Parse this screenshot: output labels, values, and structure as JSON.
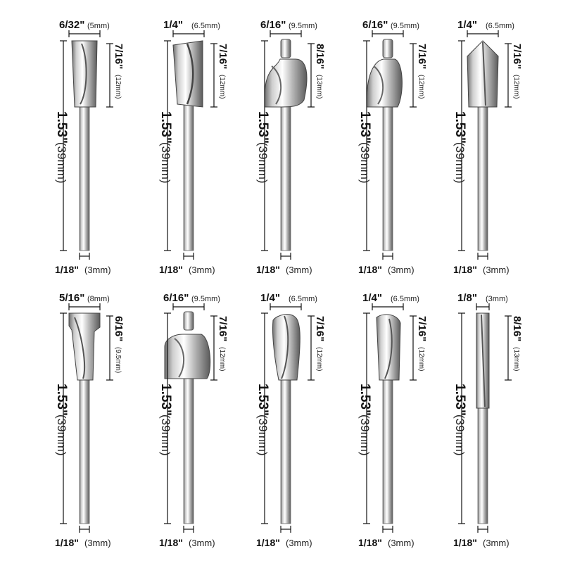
{
  "bits": [
    {
      "id": "bit-1",
      "top_big": "6/32\"",
      "top_mm": "(5mm)",
      "side_big": "7/16\"",
      "side_mm": "(12mm)",
      "len_big": "1.53\"",
      "len_mm": "(39mm)",
      "shank_big": "1/18\"",
      "shank_mm": "(3mm)",
      "profile": "straight-cutter"
    },
    {
      "id": "bit-2",
      "top_big": "1/4\"",
      "top_mm": "(6.5mm)",
      "side_big": "7/16\"",
      "side_mm": "(12mm)",
      "len_big": "1.53\"",
      "len_mm": "(39mm)",
      "shank_big": "1/18\"",
      "shank_mm": "(3mm)",
      "profile": "flute-cutter"
    },
    {
      "id": "bit-3",
      "top_big": "6/16\"",
      "top_mm": "(9.5mm)",
      "side_big": "8/16\"",
      "side_mm": "(13mm)",
      "len_big": "1.53\"",
      "len_mm": "(39mm)",
      "shank_big": "1/18\"",
      "shank_mm": "(3mm)",
      "profile": "ogee-bearing"
    },
    {
      "id": "bit-4",
      "top_big": "6/16\"",
      "top_mm": "(9.5mm)",
      "side_big": "7/16\"",
      "side_mm": "(12mm)",
      "len_big": "1.53\"",
      "len_mm": "(39mm)",
      "shank_big": "1/18\"",
      "shank_mm": "(3mm)",
      "profile": "cove-bearing"
    },
    {
      "id": "bit-5",
      "top_big": "1/4\"",
      "top_mm": "(6.5mm)",
      "side_big": "7/16\"",
      "side_mm": "(12mm)",
      "len_big": "1.53\"",
      "len_mm": "(39mm)",
      "shank_big": "1/18\"",
      "shank_mm": "(3mm)",
      "profile": "v-groove"
    },
    {
      "id": "bit-6",
      "top_big": "5/16\"",
      "top_mm": "(8mm)",
      "side_big": "6/16\"",
      "side_mm": "(9.5mm)",
      "len_big": "1.53\"",
      "len_mm": "(39mm)",
      "shank_big": "1/18\"",
      "shank_mm": "(3mm)",
      "profile": "mortise"
    },
    {
      "id": "bit-7",
      "top_big": "6/16\"",
      "top_mm": "(9.5mm)",
      "side_big": "7/16\"",
      "side_mm": "(12mm)",
      "len_big": "1.53\"",
      "len_mm": "(39mm)",
      "shank_big": "1/18\"",
      "shank_mm": "(3mm)",
      "profile": "roundover-bearing"
    },
    {
      "id": "bit-8",
      "top_big": "1/4\"",
      "top_mm": "(6.5mm)",
      "side_big": "7/16\"",
      "side_mm": "(12mm)",
      "len_big": "1.53\"",
      "len_mm": "(39mm)",
      "shank_big": "1/18\"",
      "shank_mm": "(3mm)",
      "profile": "core-box"
    },
    {
      "id": "bit-9",
      "top_big": "1/4\"",
      "top_mm": "(6.5mm)",
      "side_big": "7/16\"",
      "side_mm": "(12mm)",
      "len_big": "1.53\"",
      "len_mm": "(39mm)",
      "shank_big": "1/18\"",
      "shank_mm": "(3mm)",
      "profile": "round-nose"
    },
    {
      "id": "bit-10",
      "top_big": "1/8\"",
      "top_mm": "(3mm)",
      "side_big": "8/16\"",
      "side_mm": "(13mm)",
      "len_big": "1.53\"",
      "len_mm": "(39mm)",
      "shank_big": "1/18\"",
      "shank_mm": "(3mm)",
      "profile": "straight-flute"
    }
  ]
}
